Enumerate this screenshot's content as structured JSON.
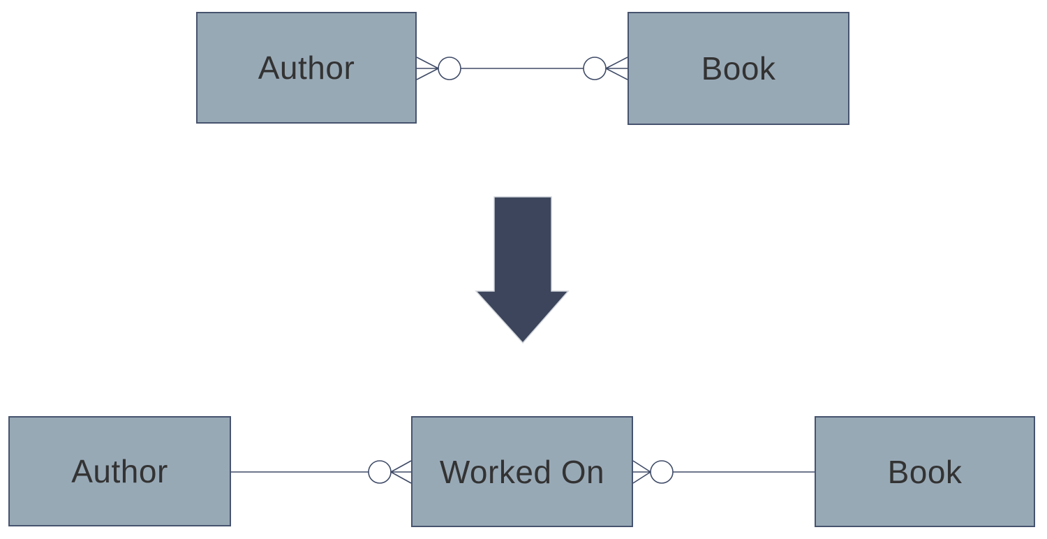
{
  "page": {
    "background": "#ffffff"
  },
  "colors": {
    "entity_fill": "#98a9b6",
    "entity_border": "#46536e",
    "connector_stroke": "#3e4a66",
    "arrow_fill": "#3c455b",
    "label_text": "#333333"
  },
  "diagram": {
    "before": {
      "entities": [
        {
          "label": "Author"
        },
        {
          "label": "Book"
        }
      ]
    },
    "after": {
      "entities": [
        {
          "label": "Author"
        },
        {
          "label": "Worked On"
        },
        {
          "label": "Book"
        }
      ]
    }
  }
}
